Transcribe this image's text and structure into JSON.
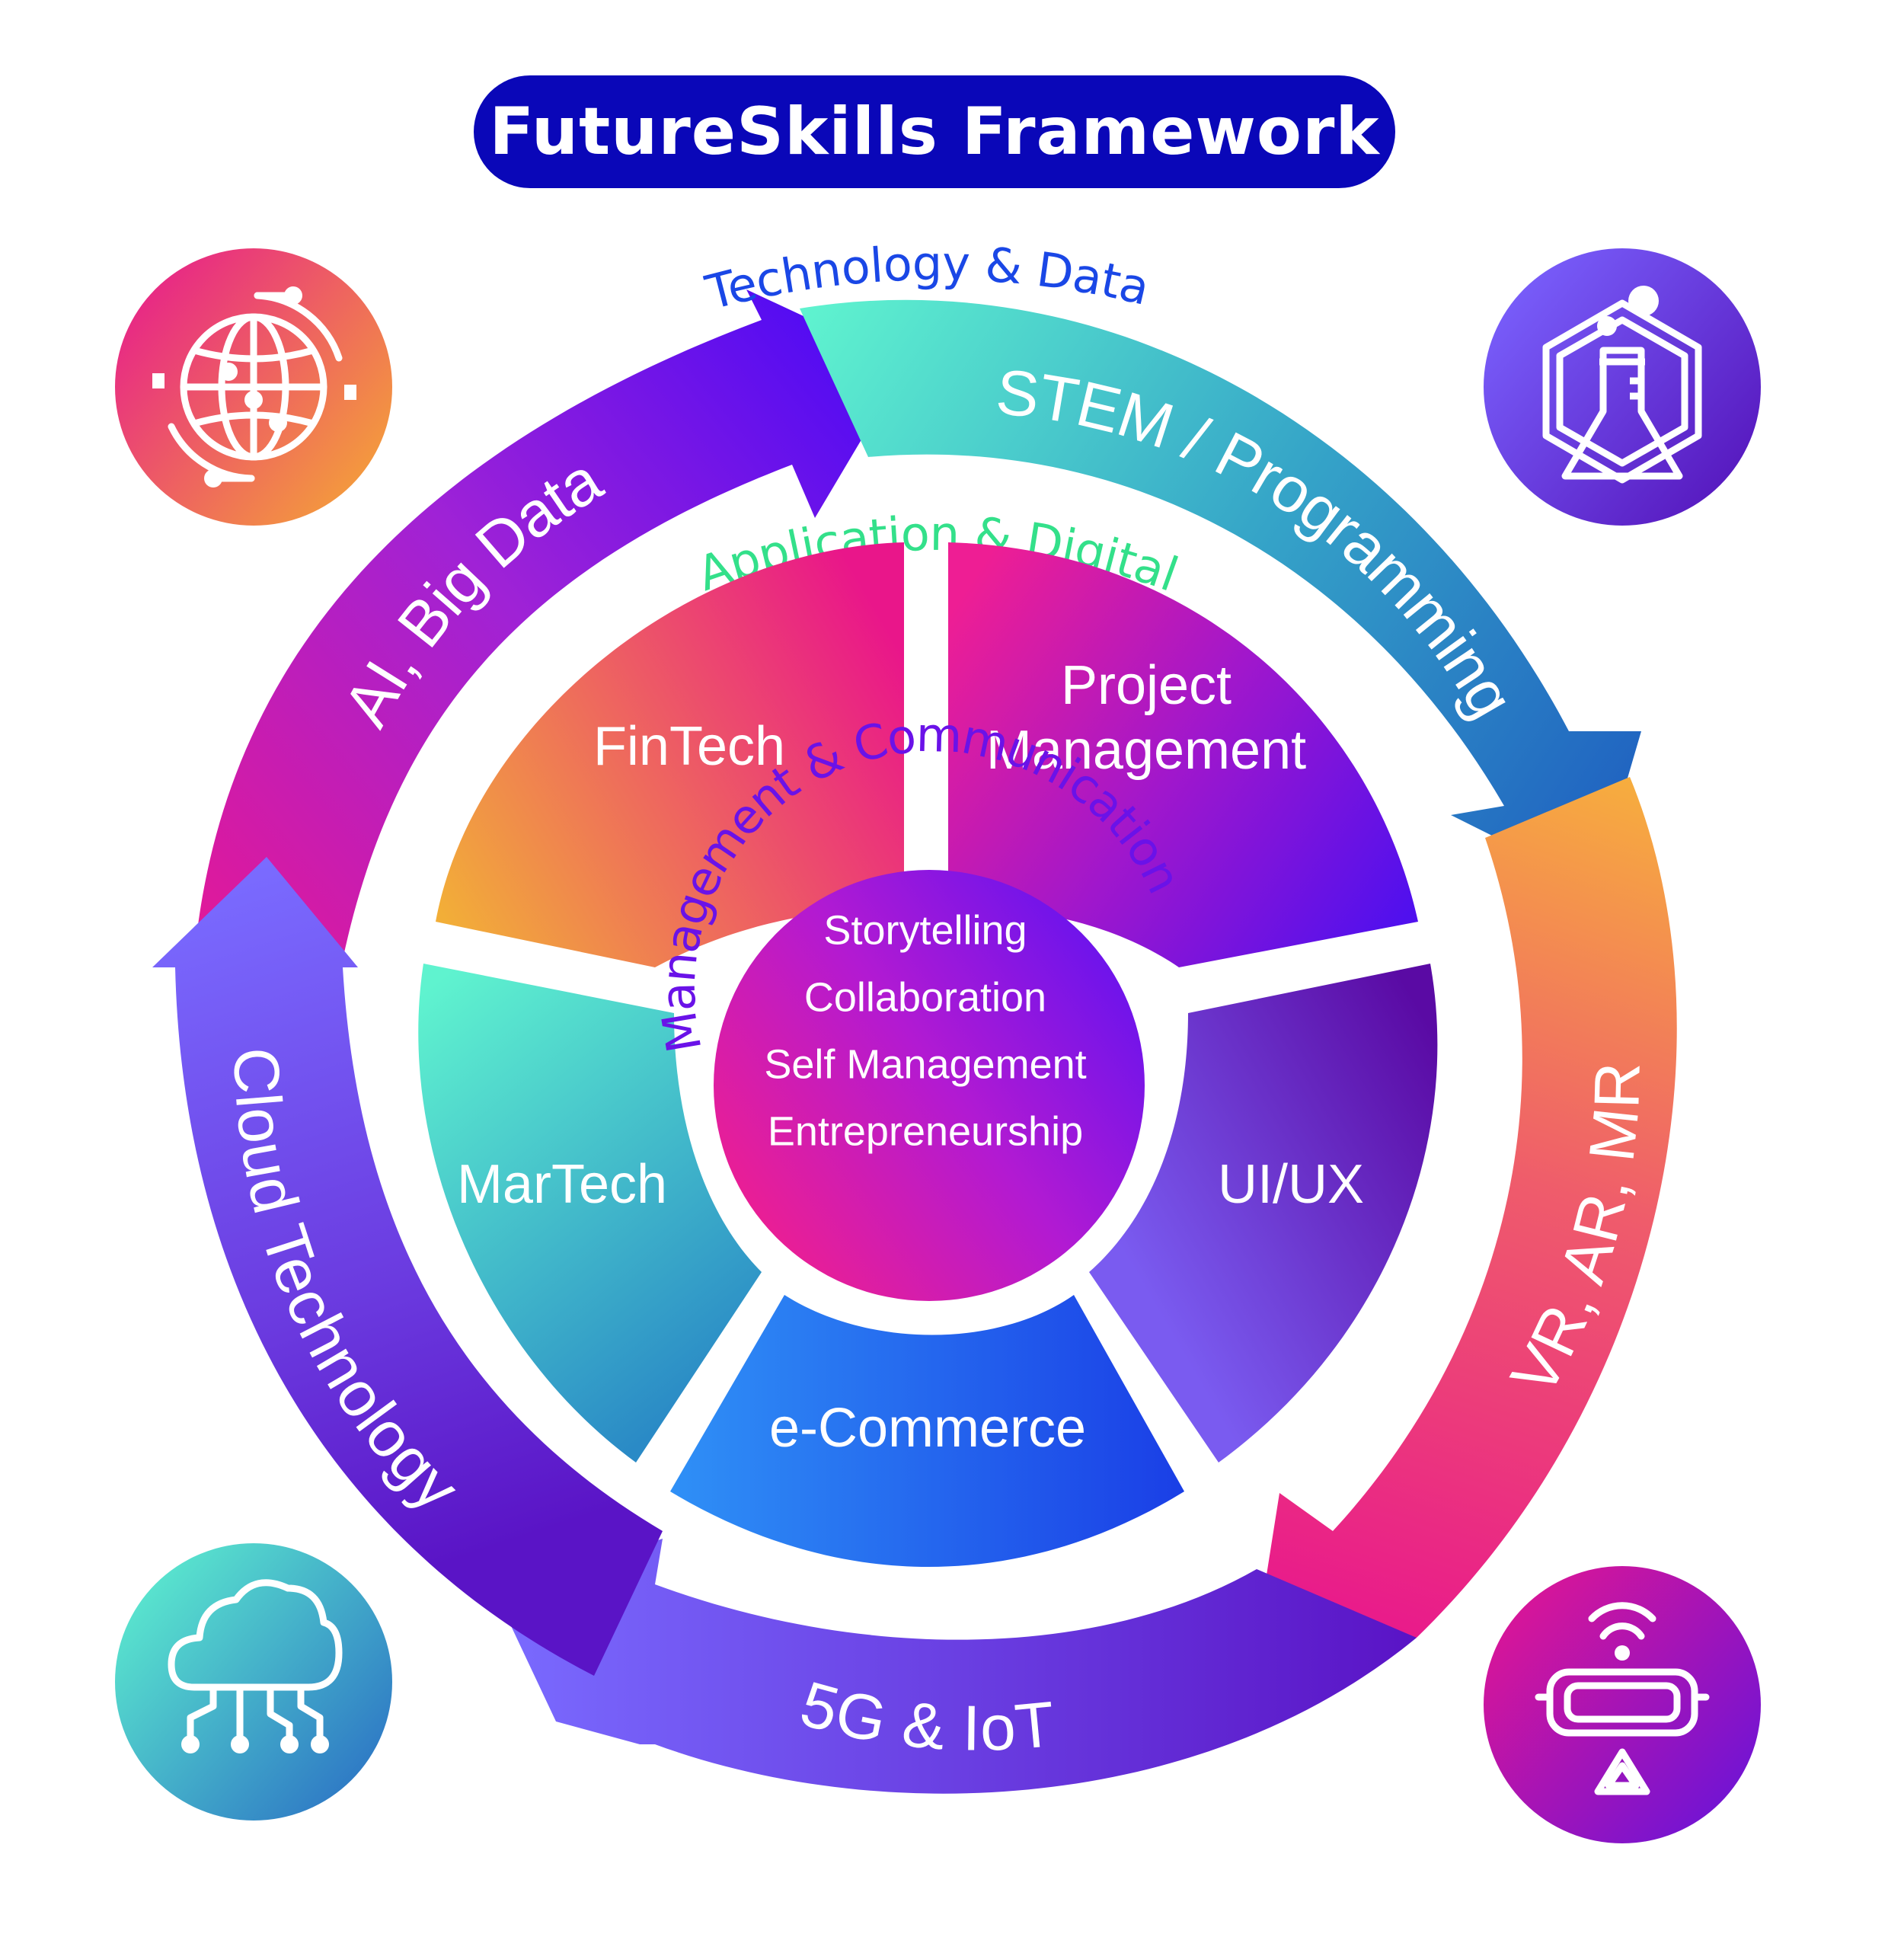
{
  "title": "FutureSkills Framework",
  "outer_ring": {
    "caption": "Technology & Data",
    "arrows": {
      "ai": "AI, Big Data",
      "stem": "STEM / Programming",
      "vr": "VR, AR, MR",
      "iot": "5G & IoT",
      "cloud": "Cloud Technology"
    }
  },
  "middle_ring": {
    "caption": "Application & Digital",
    "segments": {
      "fintech": "FinTech",
      "pm_line1": "Project",
      "pm_line2": "Management",
      "uiux": "UI/UX",
      "ecommerce": "e-Commerce",
      "martech": "MarTech"
    }
  },
  "core": {
    "caption": "Management & Communication",
    "items": [
      "Storytelling",
      "Collaboration",
      "Self Management",
      "Entrepreneurship"
    ]
  },
  "icons": {
    "top_left": "globe-network-icon",
    "top_right": "lab-flask-icon",
    "bottom_left": "cloud-network-icon",
    "bottom_right": "vr-headset-icon"
  },
  "colors": {
    "title_bg": "#0a07b8",
    "tech_caption": "#1a47e6",
    "app_caption": "#33e08a",
    "core_caption": "#6a12e8"
  }
}
